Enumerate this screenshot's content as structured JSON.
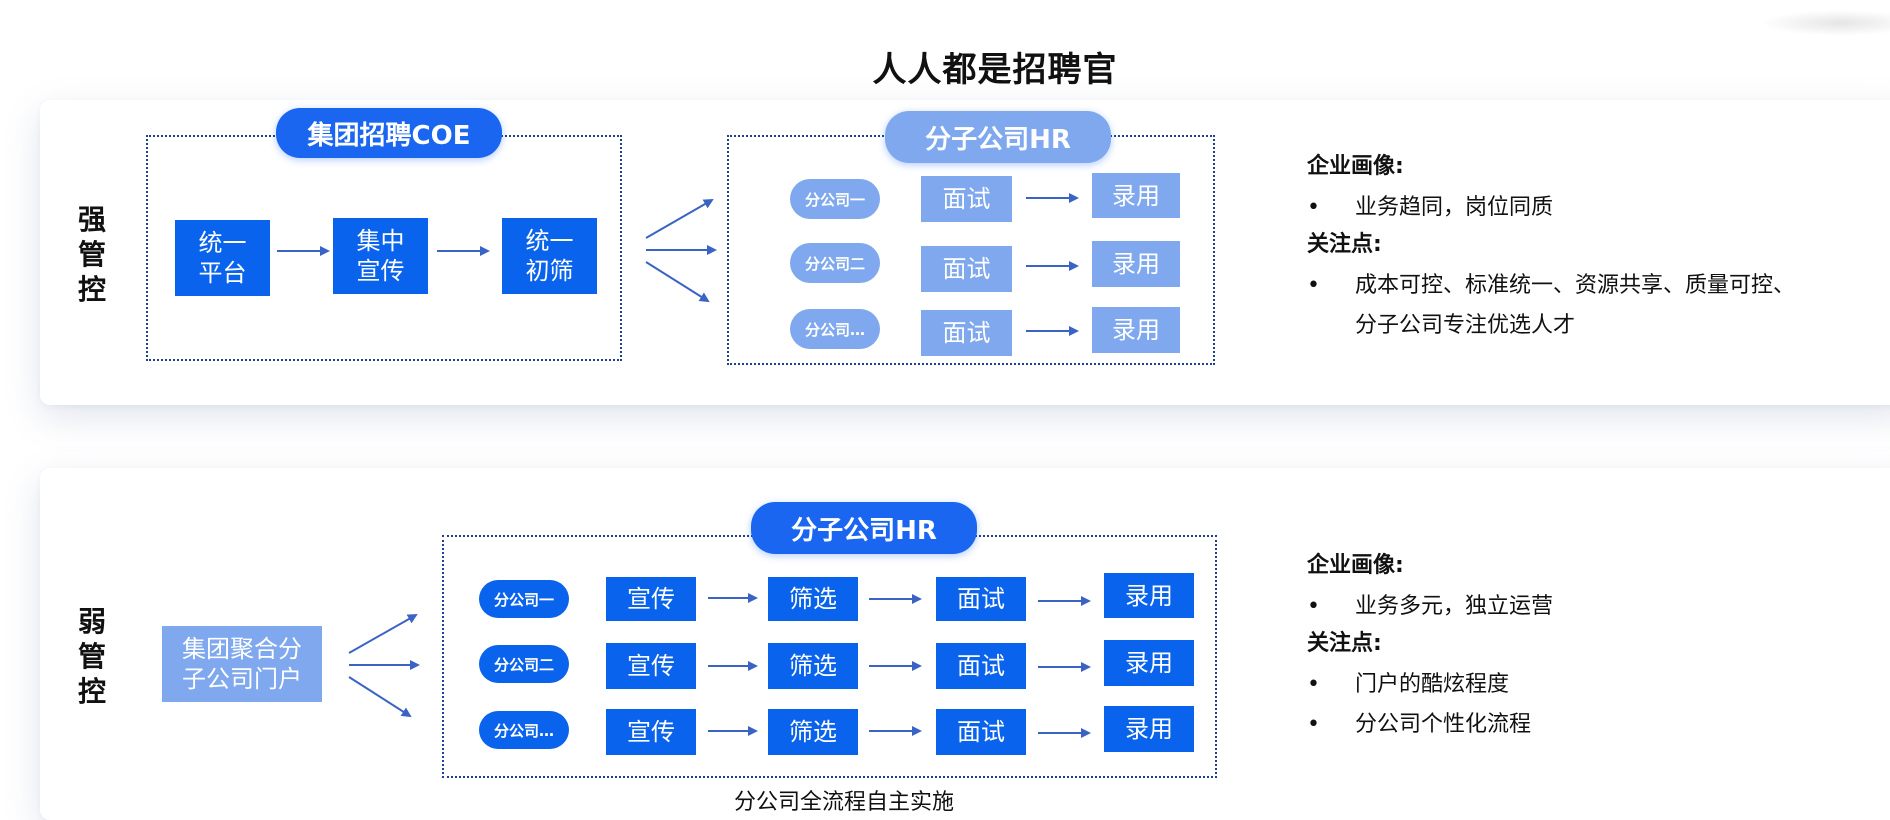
{
  "title": "人人都是招聘官",
  "strong": {
    "side_label": [
      "强",
      "管",
      "控"
    ],
    "coe_label": "集团招聘COE",
    "steps": [
      "统一\n平台",
      "集中\n宣传",
      "统一\n初筛"
    ],
    "hr_label": "分子公司HR",
    "rows": [
      {
        "company": "分公司一",
        "interview": "面试",
        "hire": "录用"
      },
      {
        "company": "分公司二",
        "interview": "面试",
        "hire": "录用"
      },
      {
        "company": "分公司…",
        "interview": "面试",
        "hire": "录用"
      }
    ],
    "profile_heading": "企业画像:",
    "profile_items": [
      "业务趋同，岗位同质"
    ],
    "focus_heading": "关注点:",
    "focus_items": [
      "成本可控、标准统一、资源共享、质量可控、\n分子公司专注优选人才"
    ]
  },
  "weak": {
    "side_label": [
      "弱",
      "管",
      "控"
    ],
    "portal_label": "集团聚合分\n子公司门户",
    "hr_label": "分子公司HR",
    "rows": [
      {
        "company": "分公司一",
        "steps": [
          "宣传",
          "筛选",
          "面试",
          "录用"
        ]
      },
      {
        "company": "分公司二",
        "steps": [
          "宣传",
          "筛选",
          "面试",
          "录用"
        ]
      },
      {
        "company": "分公司…",
        "steps": [
          "宣传",
          "筛选",
          "面试",
          "录用"
        ]
      }
    ],
    "caption": "分公司全流程自主实施",
    "profile_heading": "企业画像:",
    "profile_items": [
      "业务多元，独立运营"
    ],
    "focus_heading": "关注点:",
    "focus_items": [
      "门户的酷炫程度",
      "分公司个性化流程"
    ]
  },
  "colors": {
    "dark_blue": "#0a63ec",
    "light_blue": "#7fa8ee",
    "dotted_border": "#1f3f8f",
    "arrow": "#3a63c4"
  }
}
